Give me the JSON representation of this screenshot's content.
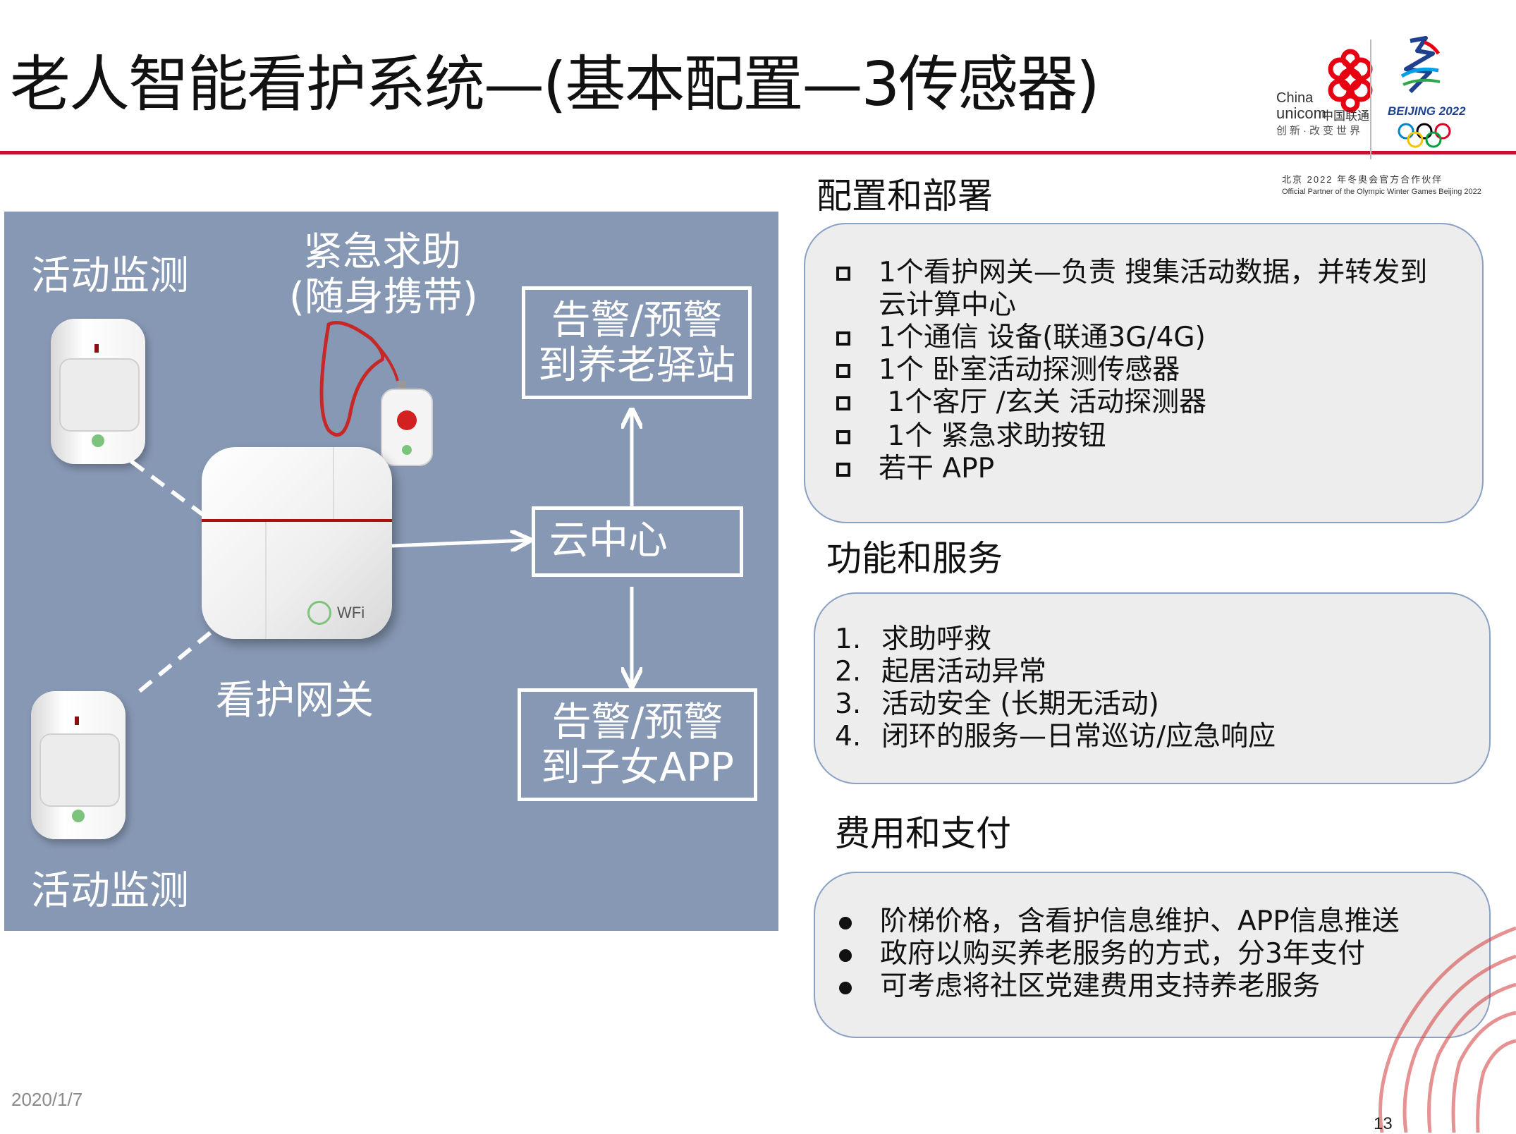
{
  "slide": {
    "title": "老人智能看护系统—(基本配置—3传感器)",
    "date": "2020/1/7",
    "page_number": "13"
  },
  "logos": {
    "unicom": {
      "line1": "China",
      "line2_en": "unicom",
      "line2_cn": "中国联通",
      "slogan": "创新·改变世界"
    },
    "beijing": {
      "name": "BEIJING 2022"
    },
    "partner": {
      "cn": "北京 2022 年冬奥会官方合作伙伴",
      "en": "Official Partner of the Olympic Winter Games Beijing 2022"
    },
    "colors": {
      "red": "#e60012",
      "blue": "#1f3f8f"
    }
  },
  "diagram": {
    "label_activity_top": "活动监测",
    "label_emergency_line1": "紧急求助",
    "label_emergency_line2": "(随身携带)",
    "label_gateway": "看护网关",
    "label_activity_bottom": "活动监测",
    "box_station": {
      "line1": "告警/预警",
      "line2": "到养老驿站"
    },
    "box_cloud": "云中心",
    "box_app": {
      "line1": "告警/预警",
      "line2": "到子女APP"
    },
    "gateway_badge": "WFi"
  },
  "config": {
    "heading": "配置和部署",
    "items": [
      {
        "line1": "1个看护网关—负责 搜集活动数据，并转发到",
        "line2": "云计算中心"
      },
      {
        "line1": "1个通信 设备(联通3G/4G)"
      },
      {
        "line1": "1个 卧室活动探测传感器"
      },
      {
        "line1": " 1个客厅 /玄关 活动探测器"
      },
      {
        "line1": " 1个 紧急求助按钮"
      },
      {
        "line1": "若干 APP"
      }
    ]
  },
  "services": {
    "heading": "功能和服务",
    "items": [
      {
        "num": "1.",
        "text": "求助呼救"
      },
      {
        "num": "2.",
        "text": "起居活动异常"
      },
      {
        "num": "3.",
        "text": "活动安全 (长期无活动)"
      },
      {
        "num": "4.",
        "text": "闭环的服务—日常巡访/应急响应"
      }
    ]
  },
  "payment": {
    "heading": "费用和支付",
    "items": [
      "阶梯价格，含看护信息维护、APP信息推送",
      "政府以购买养老服务的方式，分3年支付",
      "可考虑将社区党建费用支持养老服务"
    ]
  }
}
